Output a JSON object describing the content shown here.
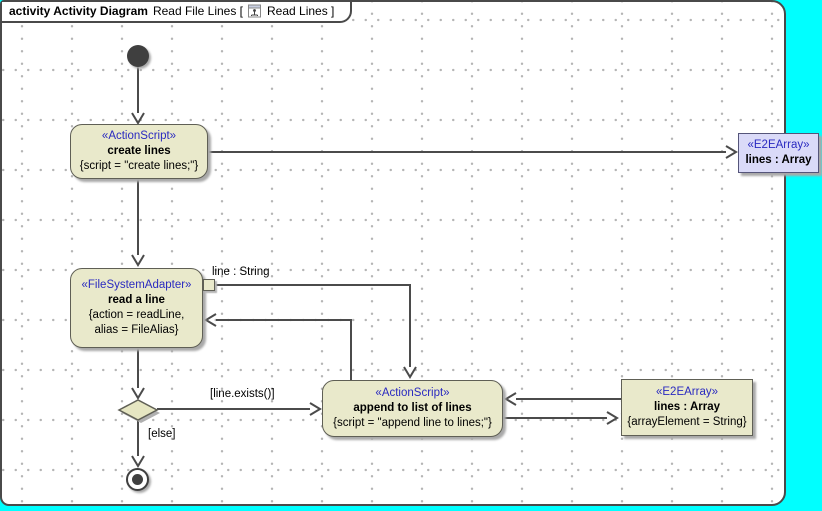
{
  "header": {
    "type_label": "activity Activity Diagram",
    "name_label": "Read File Lines [",
    "icon": "activity-diagram-icon",
    "suffix_label": "Read Lines ]"
  },
  "nodes": {
    "create_lines": {
      "stereotype": "«ActionScript»",
      "name": "create lines",
      "spec": "{script = \"create lines;\"}"
    },
    "lines_array_top": {
      "stereotype": "«E2EArray»",
      "name": "lines : Array"
    },
    "read_a_line": {
      "stereotype": "«FileSystemAdapter»",
      "name": "read a line",
      "spec_line1": "{action = readLine,",
      "spec_line2": "alias = FileAlias}"
    },
    "append_to_list": {
      "stereotype": "«ActionScript»",
      "name": "append to list of lines",
      "spec": "{script = \"append line to lines;\"}"
    },
    "lines_array_right": {
      "stereotype": "«E2EArray»",
      "name": "lines : Array",
      "spec": "{arrayElement = String}"
    }
  },
  "labels": {
    "pin_label": "line : String",
    "guard_exists": "[line.exists()]",
    "guard_else": "[else]"
  },
  "colors": {
    "outside_background": "#00ffff",
    "action_fill": "#e9e9cb",
    "object_fill": "#dadaf8",
    "stereotype_text": "#2a2ac0",
    "edge": "#4b4b4b"
  }
}
